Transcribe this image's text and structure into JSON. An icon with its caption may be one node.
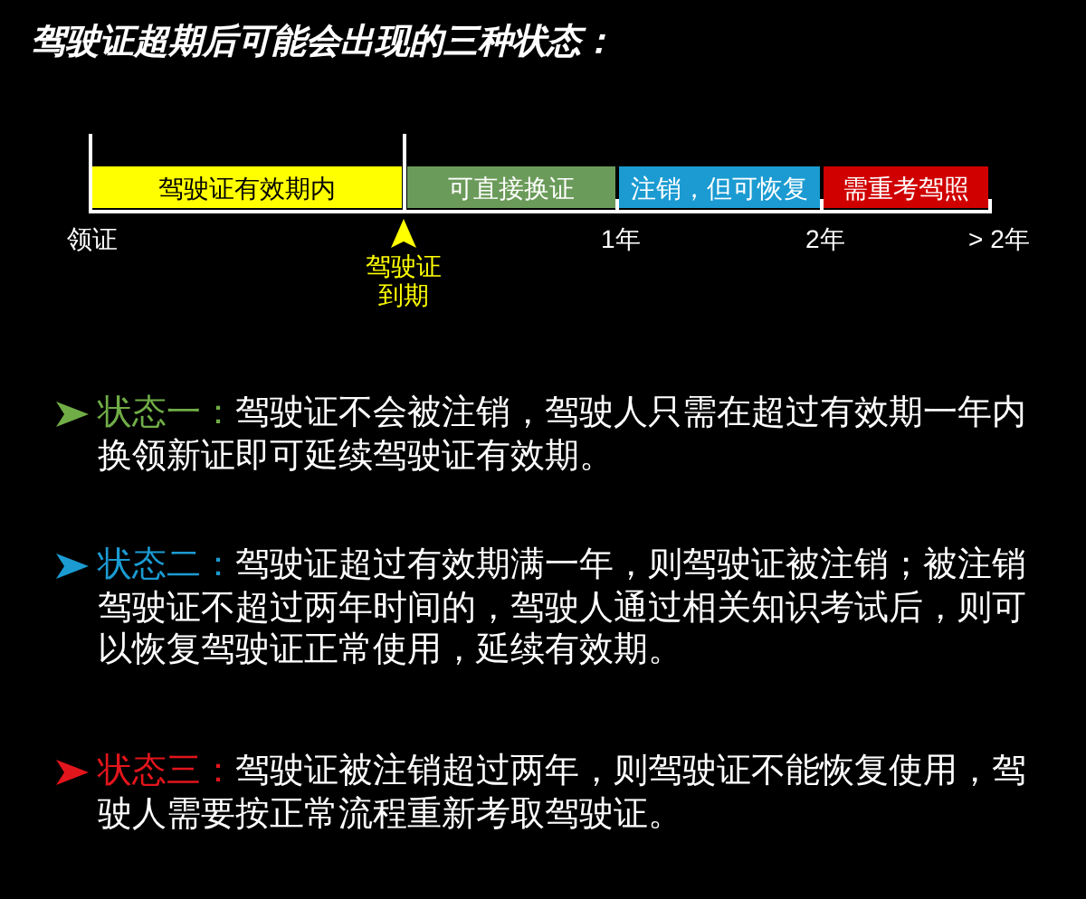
{
  "diagram": {
    "title": "驾驶证超期后可能会出现的三种状态：",
    "nodes": [
      {
        "text": [
          "驾驶证有效期内"
        ]
      },
      {
        "text": [
          "可直接换证"
        ]
      },
      {
        "text": [
          "注销，但可恢复"
        ]
      },
      {
        "text": [
          "需重考驾照"
        ]
      }
    ],
    "labels": [
      "领证",
      "1年",
      "2年",
      "> 2年",
      "驾驶证到期",
      "状态一：",
      "驾驶证不会被注销，驾驶人只需在超过有效期一年内换领新证即可延续驾驶证有效期。",
      "状态二：",
      "驾驶证超过有效期满一年，则驾驶证被注销；被注销驾驶证不超过两年时间的，驾驶人通过相关知识考试后，则可以恢复驾驶证正常使用，延续有效期。",
      "状态三：",
      "驾驶证被注销超过两年，则驾驶证不能恢复使用，驾驶人需要按正常流程重新考取驾驶证。"
    ]
  }
}
